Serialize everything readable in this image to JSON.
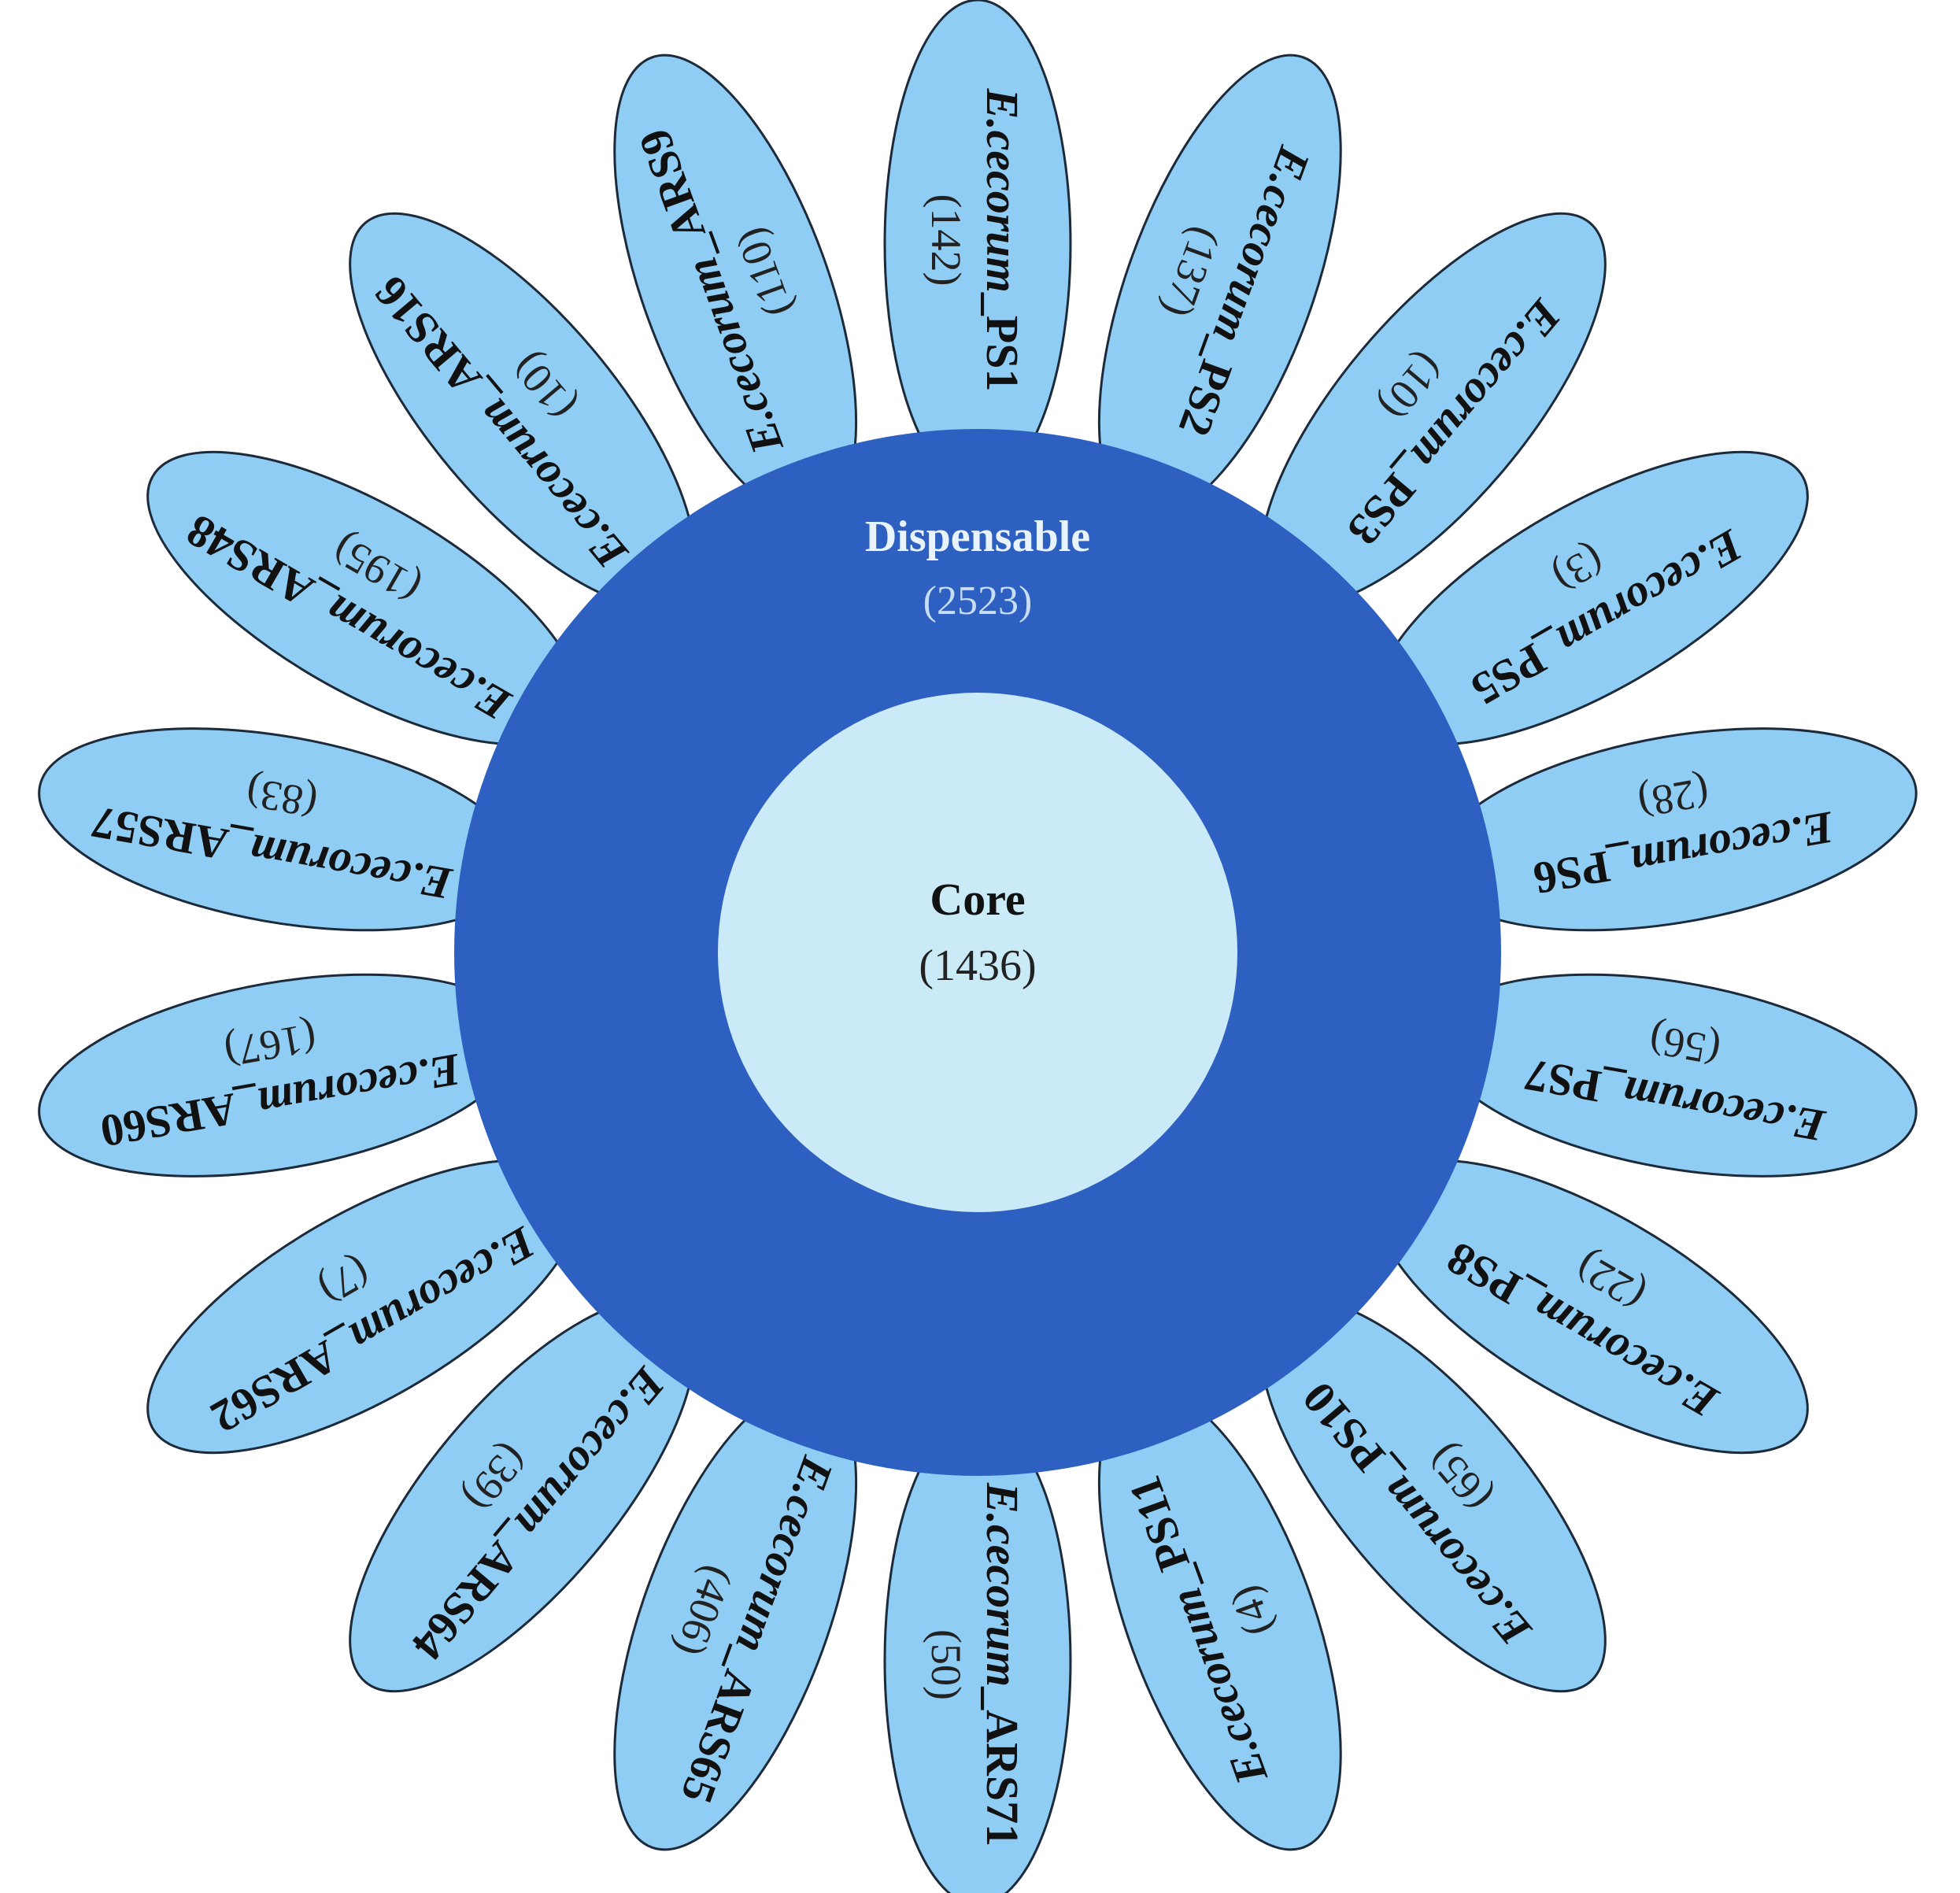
{
  "diagram": {
    "dispensable": {
      "label": "Dispensable",
      "count": "(2523)"
    },
    "core": {
      "label": "Core",
      "count": "(1436)"
    },
    "strains": [
      {
        "species": "E.cecorum",
        "strain": "_PS1",
        "count": "(142)"
      },
      {
        "species": "E.cecorum",
        "strain": "_PS2",
        "count": "(137)"
      },
      {
        "species": "E.cecorum",
        "strain": "_PS3",
        "count": "(10)"
      },
      {
        "species": "E.cecorum",
        "strain": "_PS5",
        "count": "(3)"
      },
      {
        "species": "E.cecorum",
        "strain": "_PS6",
        "count": "(28)"
      },
      {
        "species": "E.cecorum",
        "strain": "_PS7",
        "count": "(56)"
      },
      {
        "species": "E.cecorum",
        "strain": "_PS8",
        "count": "(22)"
      },
      {
        "species": "E.cecorum",
        "strain": "_PS10",
        "count": "(65)"
      },
      {
        "species": "E.cecorum",
        "strain": "_PS11",
        "count": "(4)"
      },
      {
        "species": "E.cecorum",
        "strain": "_ARS71",
        "count": "(50)"
      },
      {
        "species": "E.cecorum",
        "strain": "_ARS65",
        "count": "(406)"
      },
      {
        "species": "E.cecorum",
        "strain": "_ARS64",
        "count": "(39)"
      },
      {
        "species": "E.cecorum",
        "strain": "_ARS62",
        "count": "(7)"
      },
      {
        "species": "E.cecorum",
        "strain": "_ARS60",
        "count": "(167)"
      },
      {
        "species": "E.cecorum",
        "strain": "_ARS57",
        "count": "(83)"
      },
      {
        "species": "E.cecorum",
        "strain": "_ARS48",
        "count": "(195)"
      },
      {
        "species": "E.cecorum",
        "strain": "_ARS16",
        "count": "(10)"
      },
      {
        "species": "E.cecorum",
        "strain": "_ARS9",
        "count": "(110)"
      }
    ]
  }
}
